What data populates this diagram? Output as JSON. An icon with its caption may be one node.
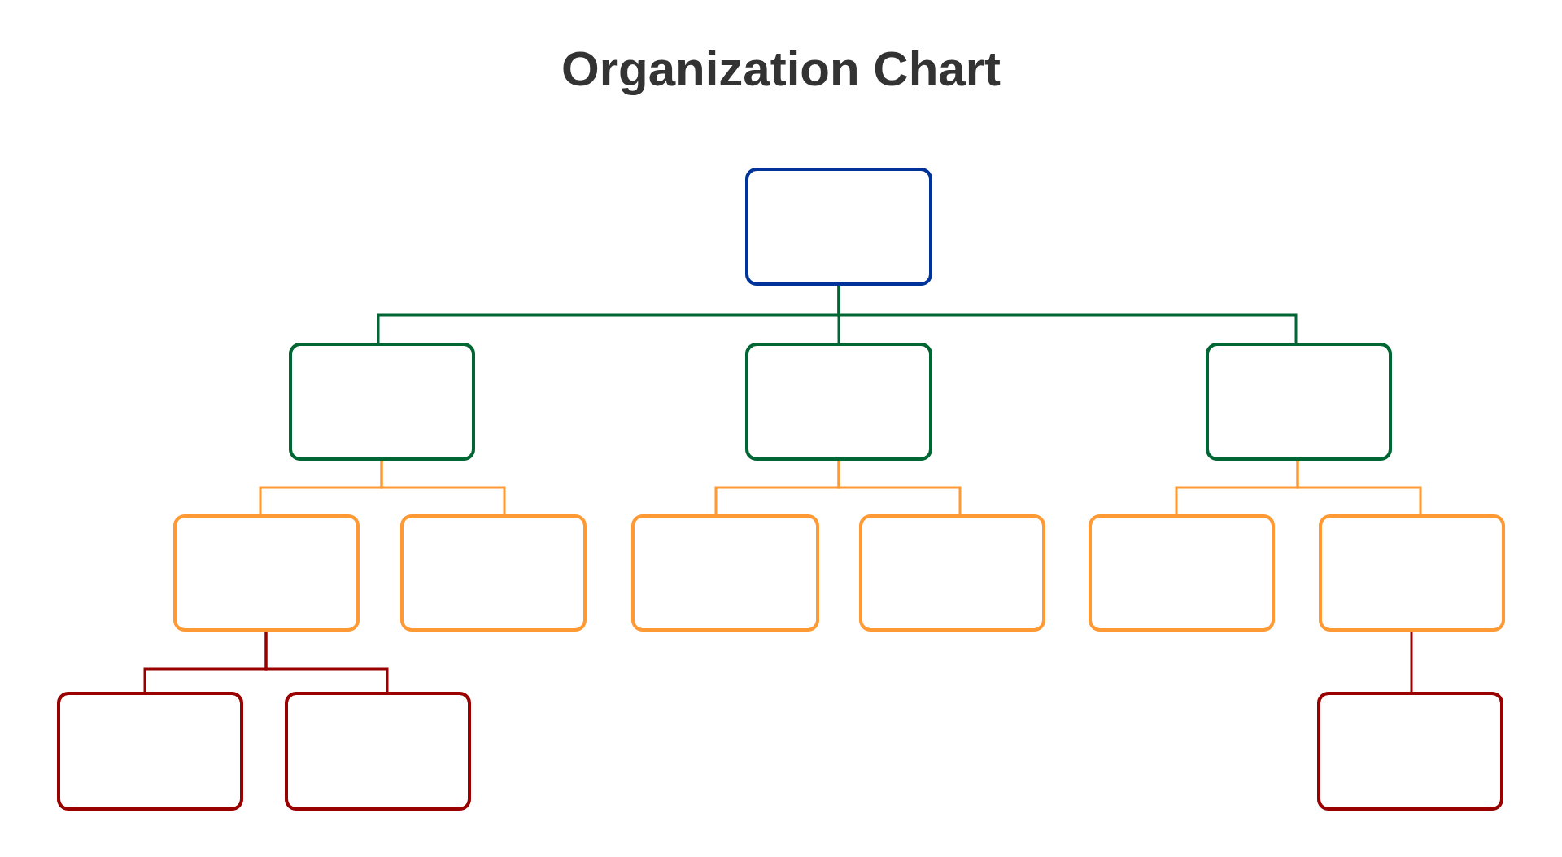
{
  "diagram": {
    "title": "Organization Chart",
    "nodes": [
      {
        "text": [],
        "shape": "box"
      },
      {
        "text": [],
        "shape": "box"
      },
      {
        "text": [],
        "shape": "box"
      },
      {
        "text": [],
        "shape": "box"
      },
      {
        "text": [],
        "shape": "box"
      },
      {
        "text": [],
        "shape": "box"
      },
      {
        "text": [],
        "shape": "box"
      },
      {
        "text": [],
        "shape": "box"
      },
      {
        "text": [],
        "shape": "box"
      },
      {
        "text": [],
        "shape": "box"
      },
      {
        "text": [],
        "shape": "box"
      },
      {
        "text": [],
        "shape": "box"
      },
      {
        "text": [],
        "shape": "box"
      }
    ],
    "edges": [
      {
        "from": 0,
        "to": 1,
        "arrow": "none",
        "color": "#006633"
      },
      {
        "from": 0,
        "to": 2,
        "arrow": "none",
        "color": "#006633"
      },
      {
        "from": 0,
        "to": 3,
        "arrow": "none",
        "color": "#006633"
      },
      {
        "from": 1,
        "to": 4,
        "arrow": "none"
      },
      {
        "from": 1,
        "to": 5,
        "arrow": "none"
      },
      {
        "from": 2,
        "to": 6,
        "arrow": "none"
      },
      {
        "from": 2,
        "to": 7,
        "arrow": "none"
      },
      {
        "from": 3,
        "to": 8,
        "arrow": "none"
      },
      {
        "from": 3,
        "to": 9,
        "arrow": "none"
      },
      {
        "from": 4,
        "to": 10,
        "arrow": "none",
        "color": "#990000"
      },
      {
        "from": 4,
        "to": 11,
        "arrow": "none",
        "color": "#990000"
      },
      {
        "from": 9,
        "to": 12,
        "arrow": "none",
        "color": "#990000"
      }
    ]
  }
}
